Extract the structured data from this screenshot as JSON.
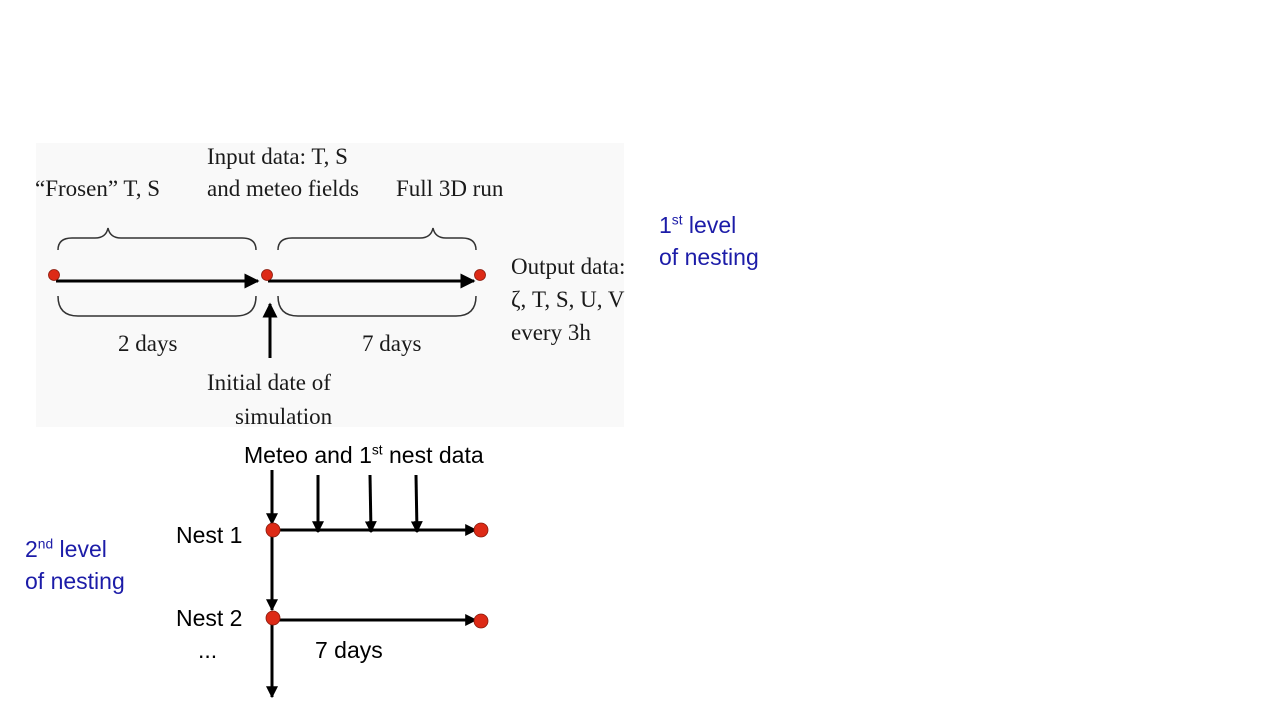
{
  "colors": {
    "accent_text": "#1c1ca8",
    "node": "#dd2a16",
    "line": "#000000"
  },
  "level1": {
    "label_line1": {
      "num": "1",
      "sup": "st",
      "rest": " level"
    },
    "label_line2": "of nesting",
    "frozen": "“Frosen” T, S",
    "input_line1": "Input data: T, S",
    "input_line2": "and meteo fields",
    "full_run": "Full 3D run",
    "output_line1": "Output data:",
    "output_line2": "ζ, T, S, U, V",
    "output_line3": "every 3h",
    "spin_days": "2 days",
    "run_days": "7 days",
    "initial_line1": "Initial date of",
    "initial_line2": "simulation"
  },
  "level2": {
    "label_line1": {
      "num": "2",
      "sup": "nd",
      "rest": " level"
    },
    "label_line2": "of nesting",
    "input": {
      "pre": "Meteo and 1",
      "sup": "st",
      "post": " nest data"
    },
    "nest1": "Nest 1",
    "nest2": "Nest 2",
    "ellipsis": "...",
    "run_days": "7 days"
  }
}
